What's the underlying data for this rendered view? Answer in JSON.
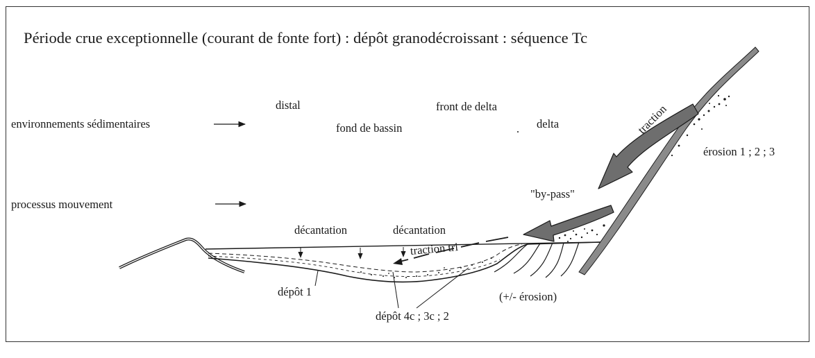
{
  "title": "Période crue exceptionnelle (courant de fonte fort) : dépôt granodécroissant : séquence Tc",
  "rows": {
    "environments": "environnements sédimentaires",
    "processes": "processus mouvement"
  },
  "environments": {
    "distal": "distal",
    "front_delta": "front de delta",
    "fond_bassin": "fond de bassin",
    "delta": "delta"
  },
  "processes": {
    "traction": "traction",
    "bypass": "\"by-pass\"",
    "decantation_left": "décantation",
    "decantation_right": "décantation",
    "traction_tri": "traction tri",
    "erosion_slope": "érosion 1 ; 2 ; 3",
    "erosion_front": "(+/-  érosion)"
  },
  "deposits": {
    "depot1": "dépôt 1",
    "depot_multi": "dépôt 4c ; 3c ; 2"
  },
  "colors": {
    "line": "#1a1a1a",
    "slope_fill": "#8a8a8a",
    "arrow_fill": "#6e6e6e",
    "frame": "#333333"
  }
}
